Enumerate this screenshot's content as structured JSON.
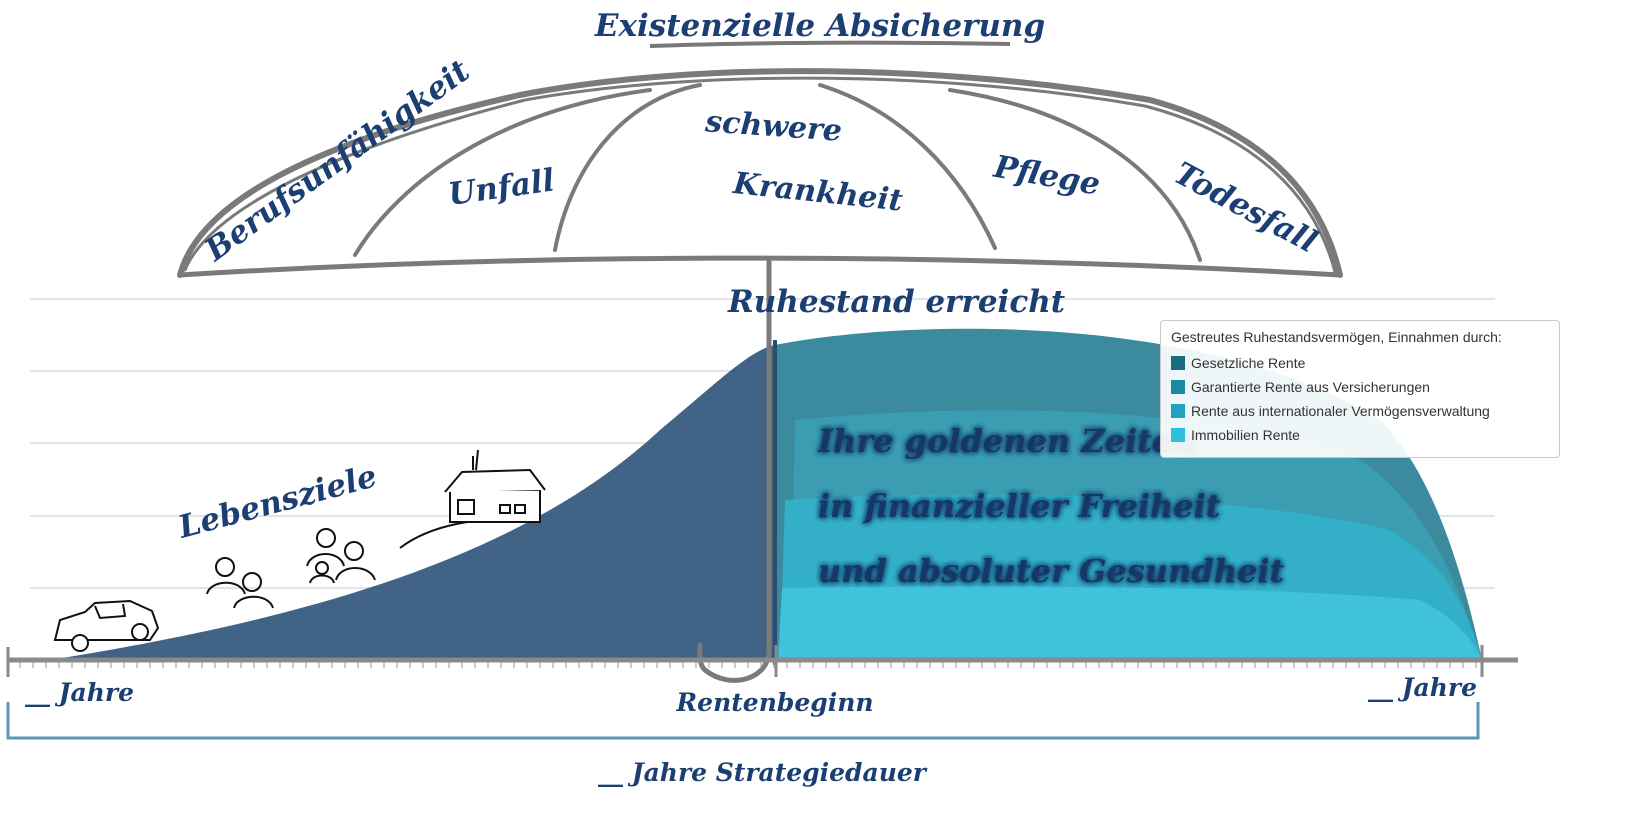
{
  "title": "Existenzielle Absicherung",
  "umbrella_risks": [
    "Berufsunfähigkeit",
    "Unfall",
    "schwere",
    "Krankheit",
    "Pflege",
    "Todesfall"
  ],
  "retirement_label": "Ruhestand erreicht",
  "life_goals_label": "Lebensziele",
  "golden_text": [
    "Ihre goldenen Zeiten",
    "in finanzieller Freiheit",
    "und absoluter Gesundheit"
  ],
  "axis": {
    "start_label": "__ Jahre",
    "middle_label": "Rentenbeginn",
    "end_label": "__ Jahre",
    "duration_label": "__ Jahre Strategiedauer"
  },
  "legend": {
    "title": "Gestreutes Ruhestandsvermögen, Einnahmen durch:",
    "items": [
      {
        "label": "Gesetzliche Rente",
        "color": "#1a6b80"
      },
      {
        "label": "Garantierte Rente aus Versicherungen",
        "color": "#1d8aa3"
      },
      {
        "label": "Rente aus internationaler Vermögensverwaltung",
        "color": "#22a3bf"
      },
      {
        "label": "Immobilien Rente",
        "color": "#2dbfdc"
      }
    ]
  },
  "colors": {
    "accumulation": "#2b5279",
    "text": "#1c3f73",
    "umbrella": "#7a7a7a",
    "axis": "#8a8a8a",
    "bracket": "#5a9ab8"
  },
  "icons": [
    "car-icon",
    "couple-icon",
    "family-icon",
    "house-icon",
    "umbrella-icon"
  ]
}
